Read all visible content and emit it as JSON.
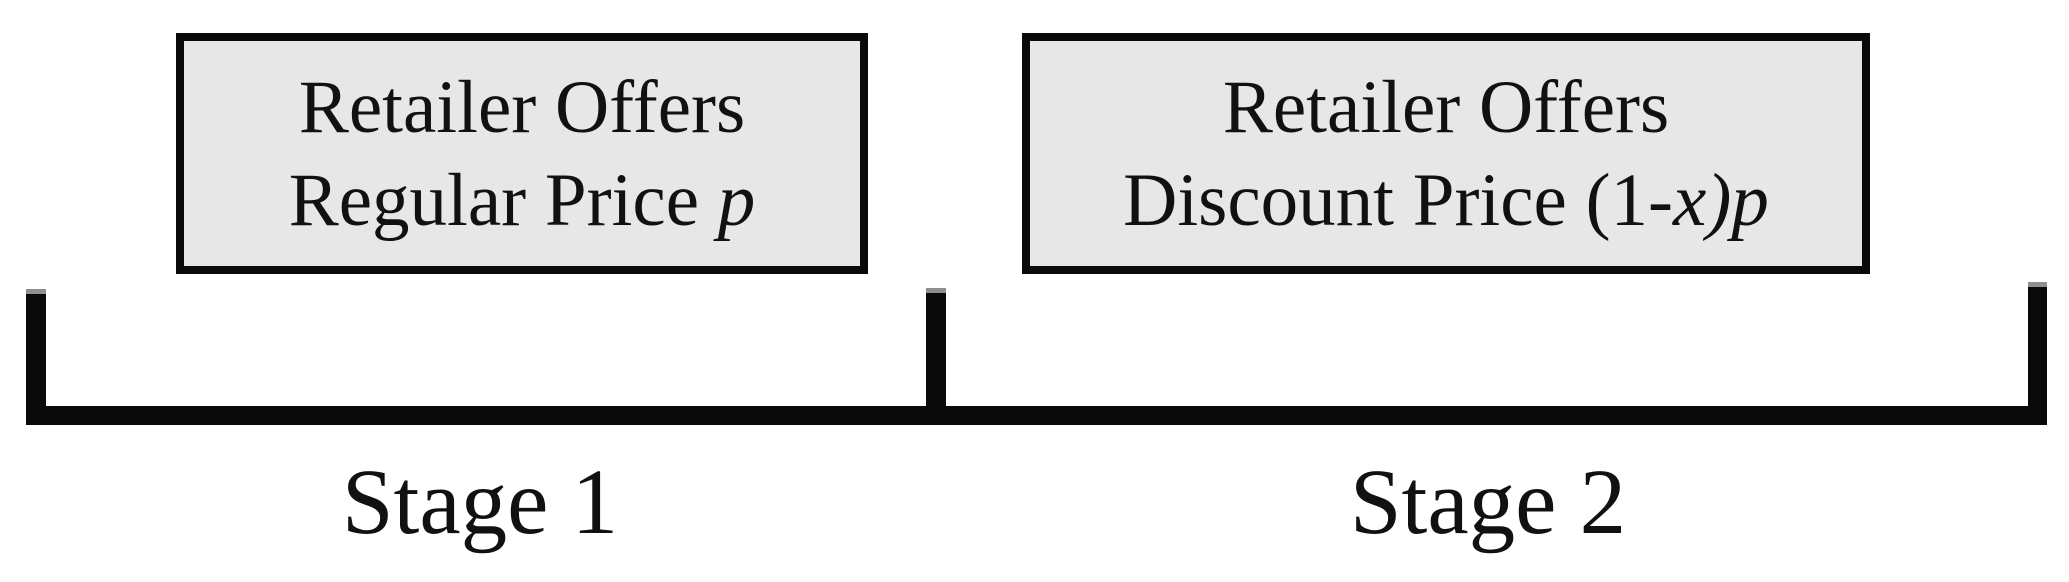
{
  "figure": {
    "box1": {
      "line1": "Retailer Offers",
      "line2_seg1": "Regular Price ",
      "line2_var_p": "p"
    },
    "box2": {
      "line1": "Retailer Offers",
      "line2_seg1": "Discount Price (1-",
      "line2_var_x": "x",
      "line2_seg3": ")",
      "line2_var_p": "p"
    },
    "timeline": {
      "stage1_label": "Stage 1",
      "stage2_label": "Stage 2"
    },
    "colors": {
      "background": "#ffffff",
      "box_fill": "#e7e7e7",
      "box_border": "#0a0a0a",
      "line": "#0a0a0a",
      "text": "#111111"
    }
  }
}
